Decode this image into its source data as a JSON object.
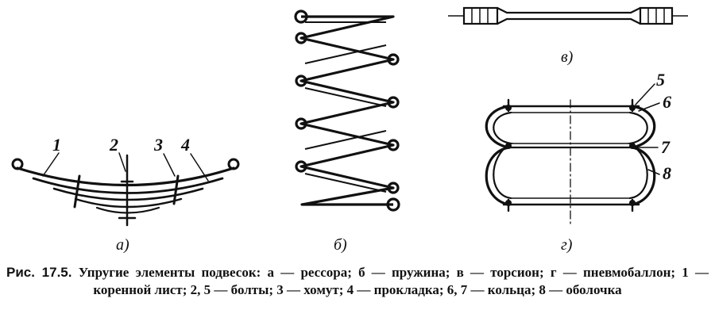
{
  "figure": {
    "labels": {
      "a": "а)",
      "b": "б)",
      "v": "в)",
      "g": "г)"
    },
    "numbers": {
      "n1": "1",
      "n2": "2",
      "n3": "3",
      "n4": "4",
      "n5": "5",
      "n6": "6",
      "n7": "7",
      "n8": "8"
    }
  },
  "caption": {
    "prefix": "Рис. 17.5.",
    "text": "Упругие элементы подвесок: а — рессора; б — пружина; в — торсион; г — пневмобаллон; 1 — коренной лист; 2, 5 — болты; 3 — хомут; 4 — прокладка; 6, 7 — кольца; 8 — оболочка"
  }
}
